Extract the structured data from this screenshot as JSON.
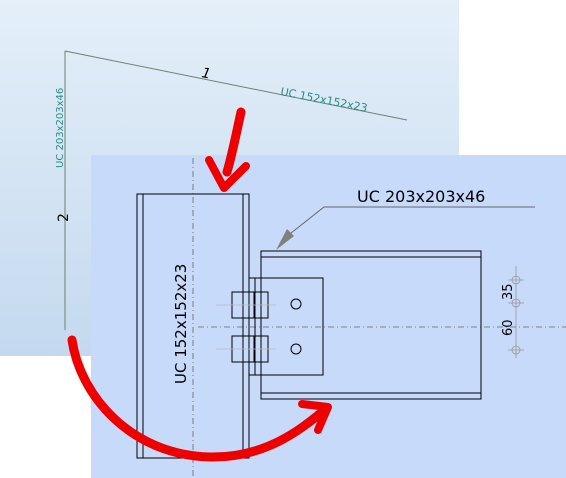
{
  "background_view": {
    "member_1_label": "1",
    "member_1_section": "UC 152x152x23",
    "member_2_label": "2",
    "member_2_section": "UC 203x203x46"
  },
  "detail_view": {
    "column_section": "UC 152x152x23",
    "beam_section_callout": "UC 203x203x46",
    "dimension_35": "35",
    "dimension_60": "60"
  },
  "colors": {
    "annotation_arrow": "#ee0000",
    "background_panel": "#d2e3f4",
    "detail_panel": "#c8dafa",
    "section_label_teal": "#2a8a88"
  }
}
